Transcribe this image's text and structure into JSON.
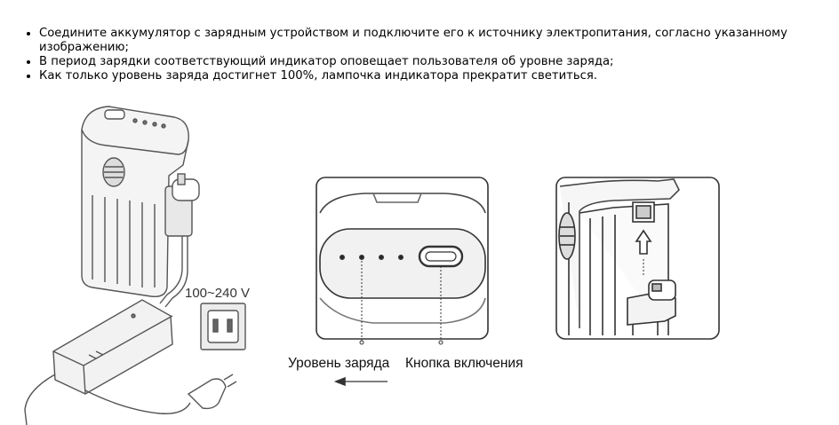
{
  "instructions": [
    "Соедините аккумулятор с зарядным устройством и подключите его к источнику электропитания, согласно указанному изображению;",
    "В период зарядки соответствующий индикатор оповещает пользователя об уровне заряда;",
    "Как только уровень заряда достигнет 100%, лампочка индикатора прекратит светиться."
  ],
  "figure": {
    "voltage_label": "100~240 V",
    "charge_level_label": "Уровень заряда",
    "power_button_label": "Кнопка включения"
  }
}
